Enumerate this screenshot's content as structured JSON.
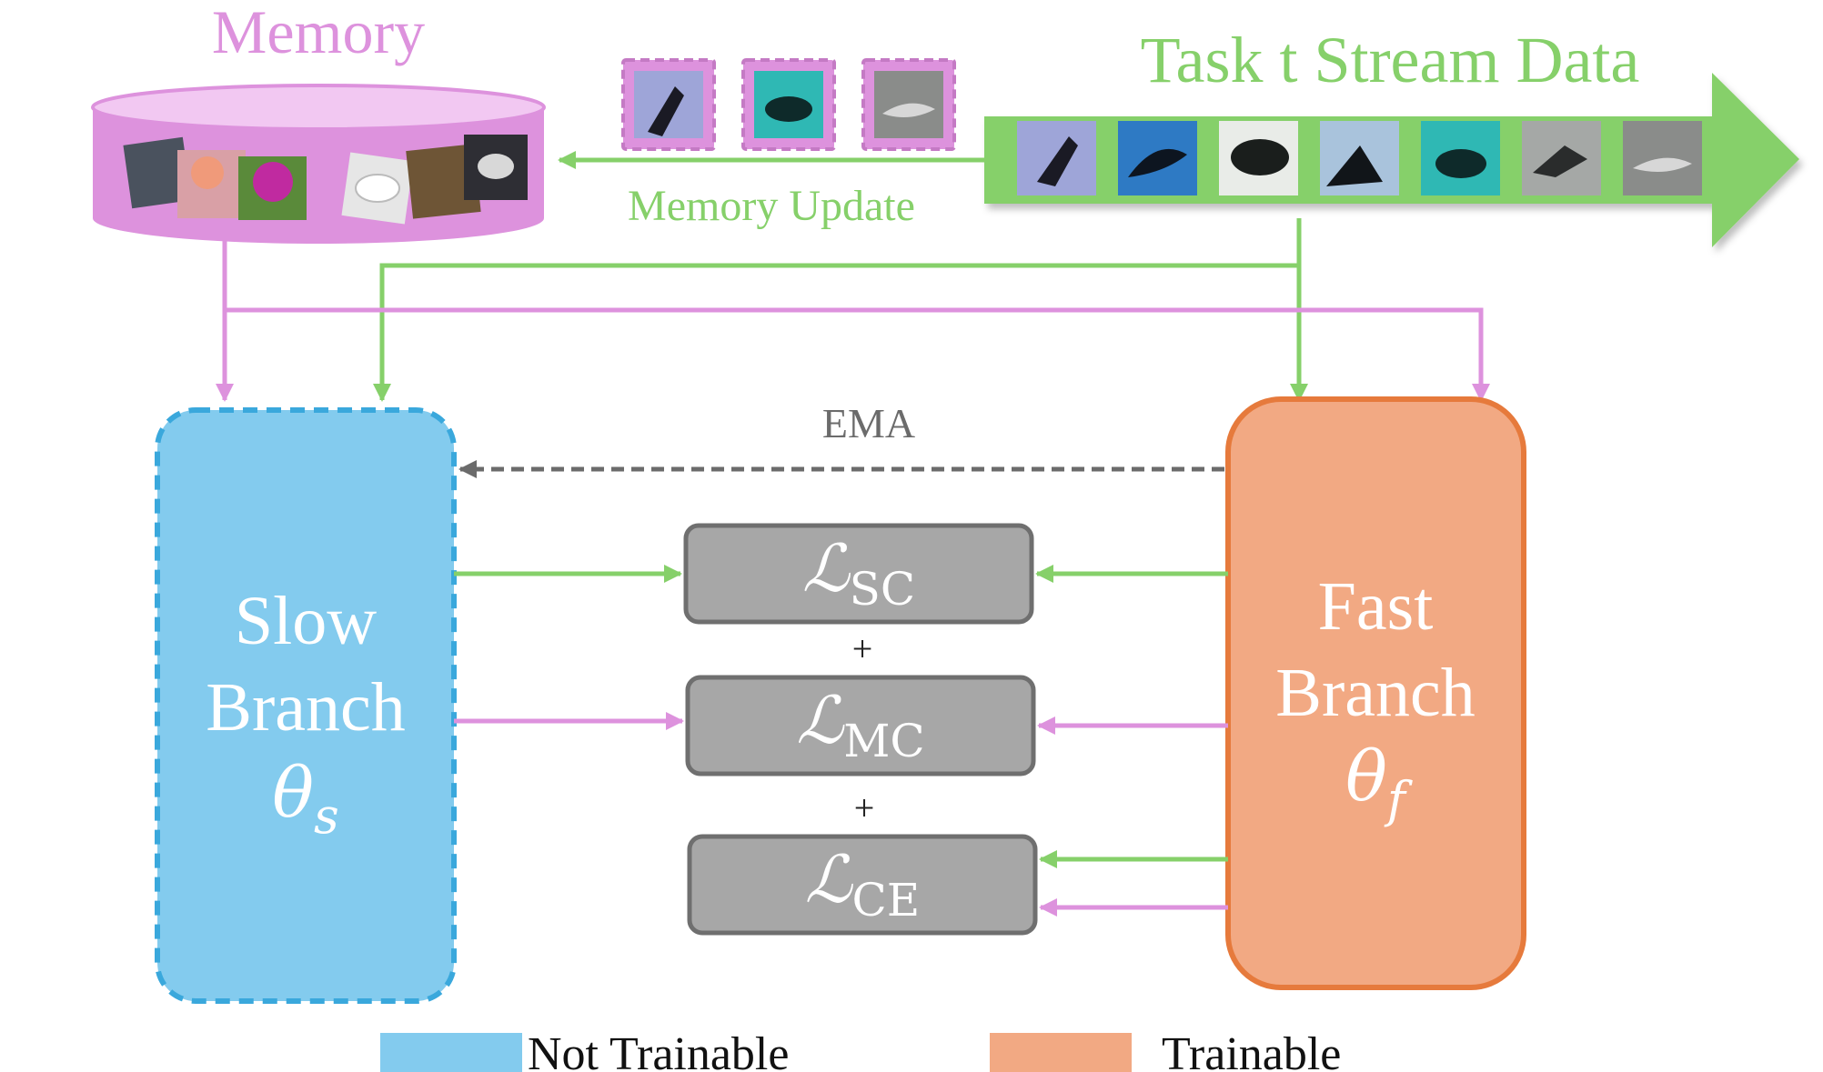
{
  "colors": {
    "memory": "#dd92dd",
    "stream": "#86d06a",
    "slow": "#83cbee",
    "slow_border": "#3aa8dc",
    "fast": "#f2a983",
    "fast_border": "#e67a3c",
    "loss_box": "#a7a7a7",
    "ema": "#6b6b6b"
  },
  "memory": {
    "title": "Memory"
  },
  "stream": {
    "title": "Task t Stream Data"
  },
  "memory_update": {
    "label": "Memory Update"
  },
  "ema": {
    "label": "EMA"
  },
  "slow_branch": {
    "line1": "Slow",
    "line2": "Branch",
    "param": "θ",
    "param_sub": "s"
  },
  "fast_branch": {
    "line1": "Fast",
    "line2": "Branch",
    "param": "θ",
    "param_sub": "f"
  },
  "losses": [
    {
      "symbol": "ℒ",
      "sub": "SC"
    },
    {
      "symbol": "ℒ",
      "sub": "MC"
    },
    {
      "symbol": "ℒ",
      "sub": "CE"
    }
  ],
  "plus_signs": [
    "+",
    "+"
  ],
  "legend": [
    {
      "label": "Not Trainable",
      "color": "#83cbee"
    },
    {
      "label": "Trainable",
      "color": "#f2a983"
    }
  ]
}
